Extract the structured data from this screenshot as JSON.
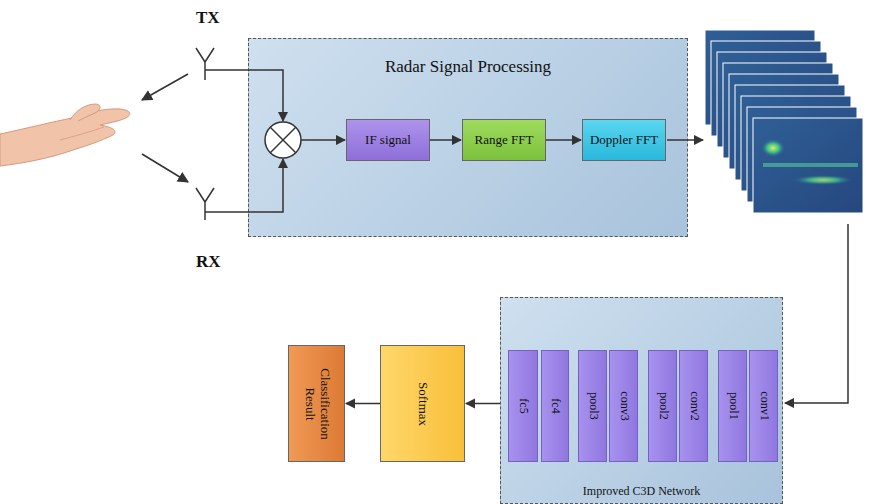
{
  "diagram": {
    "nodes": [
      {
        "text": [
          "Radar Signal Processing"
        ]
      },
      {
        "text": [
          "IF signal"
        ],
        "in": 0
      },
      {
        "text": [
          "Range FFT"
        ],
        "in": 0
      },
      {
        "text": [
          "Doppler FFT"
        ],
        "in": 0
      },
      {
        "text": [
          "Improved C3D Network"
        ]
      },
      {
        "text": [
          "fc5"
        ],
        "in": 4
      },
      {
        "text": [
          "fc4"
        ],
        "in": 4
      },
      {
        "text": [
          "pool3"
        ],
        "in": 4
      },
      {
        "text": [
          "conv3"
        ],
        "in": 4
      },
      {
        "text": [
          "pool2"
        ],
        "in": 4
      },
      {
        "text": [
          "conv2"
        ],
        "in": 4
      },
      {
        "text": [
          "pool1"
        ],
        "in": 4
      },
      {
        "text": [
          "conv1"
        ],
        "in": 4
      },
      {
        "text": [
          "Softmax"
        ]
      },
      {
        "text": [
          "Classification Result"
        ]
      }
    ],
    "edges": [
      {
        "from": 1,
        "to": 2,
        "arrow": "to"
      },
      {
        "from": 2,
        "to": 3,
        "arrow": "to"
      },
      {
        "from": 4,
        "to": 13,
        "arrow": "to"
      },
      {
        "from": 13,
        "to": 14,
        "arrow": "to"
      }
    ],
    "labels": [
      "TX",
      "RX"
    ]
  }
}
